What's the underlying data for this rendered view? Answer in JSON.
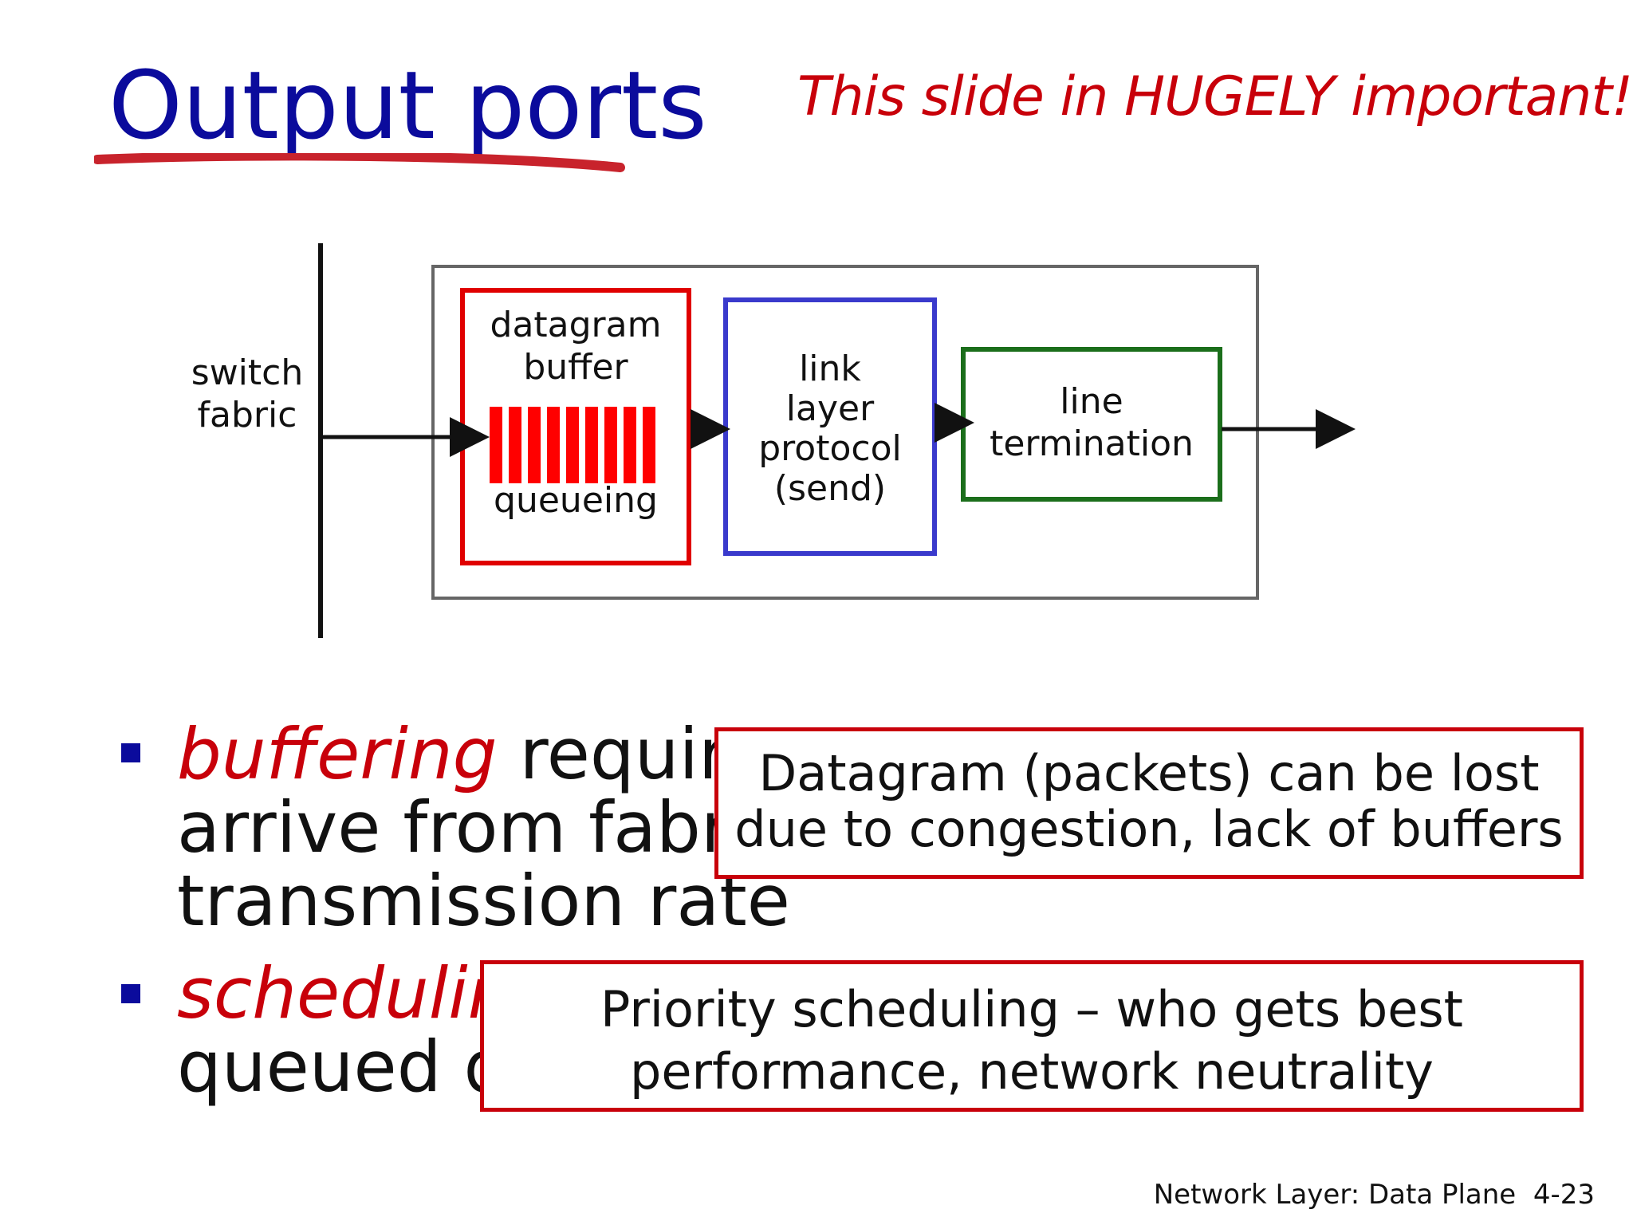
{
  "slide": {
    "title": "Output ports",
    "note": "This slide in HUGELY important!",
    "footer": "Network Layer: Data Plane  4-23"
  },
  "diagram": {
    "switch_fabric": [
      "switch",
      "fabric"
    ],
    "buffer_top": [
      "datagram",
      "buffer"
    ],
    "buffer_bottom": "queueing",
    "link_layer": [
      "link",
      "layer",
      "protocol",
      "(send)"
    ],
    "line_termination": [
      "line",
      "termination"
    ],
    "colors": {
      "buffer": "#e00000",
      "link": "#3a3acc",
      "line": "#1b6e1b",
      "outer": "#666666"
    }
  },
  "bullets": [
    {
      "em": "buffering",
      "rest": " require",
      "line2": "arrive from fabric",
      "line3": "transmission rate"
    },
    {
      "em": "schedulin",
      "line2": "queued d"
    }
  ],
  "callouts": [
    {
      "lines": [
        "Datagram (packets) can be lost",
        "due to congestion, lack of buffers"
      ]
    },
    {
      "lines": [
        "Priority scheduling – who gets best",
        "performance, network neutrality"
      ]
    }
  ]
}
